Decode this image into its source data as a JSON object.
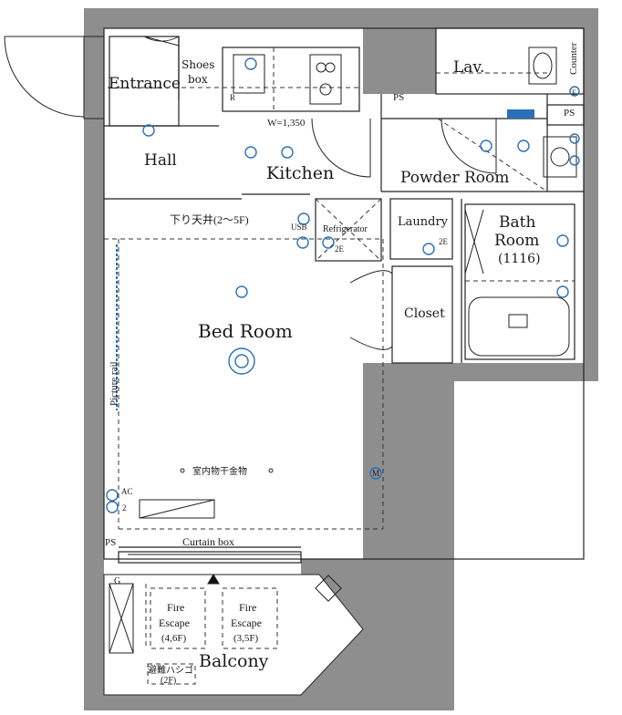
{
  "rooms": {
    "entrance": "Entrance",
    "shoes_box": [
      "Shoes",
      "box"
    ],
    "hall": "Hall",
    "kitchen": "Kitchen",
    "kitchen_width": "W=1,350",
    "lav": "Lav.",
    "counter": "Counter",
    "powder_room": "Powder Room",
    "refrigerator": "Refrigerator",
    "laundry": "Laundry",
    "bath_room": [
      "Bath",
      "Room",
      "(1116)"
    ],
    "closet": "Closet",
    "bed_room": "Bed Room",
    "balcony": "Balcony"
  },
  "annotations": {
    "ceiling_drop": "下り天井(2〜5F)",
    "picture_rail": "Picture rail",
    "drying_rack": "室内物干金物",
    "curtain_box": "Curtain box",
    "ps": "PS",
    "usb": "USB",
    "ac": "AC",
    "g": "G",
    "r": "R",
    "m": "M",
    "e": "E",
    "two": "2",
    "two_e": "2E",
    "fire_escape_1": [
      "Fire",
      "Escape",
      "(4,6F)"
    ],
    "fire_escape_2": [
      "Fire",
      "Escape",
      "(3,5F)"
    ],
    "evac_ladder": [
      "避難ハシゴ",
      "(2F)"
    ]
  },
  "colors": {
    "wall": "#8e8e8e",
    "fixture": "#2a6fb8",
    "line": "#222222"
  }
}
